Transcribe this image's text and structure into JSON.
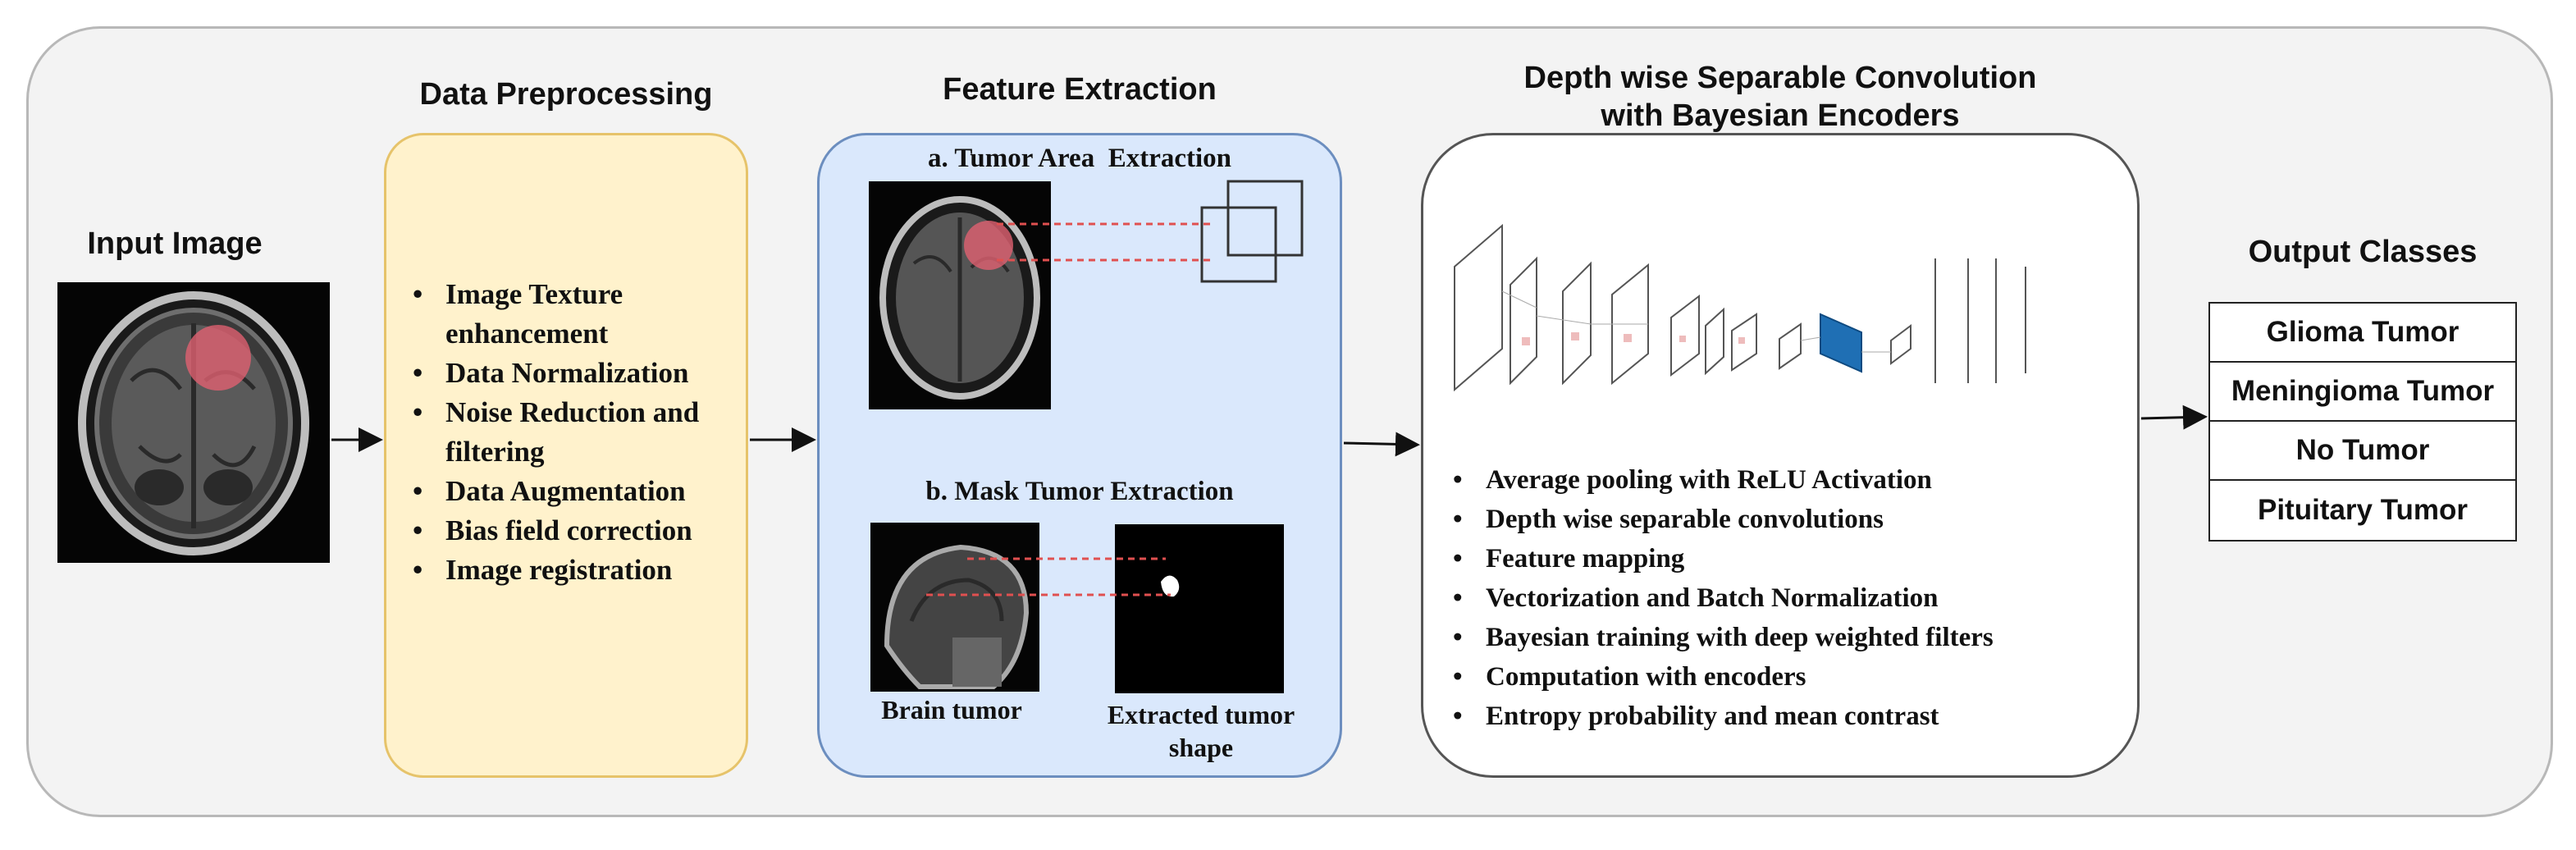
{
  "stages": {
    "input": {
      "title": "Input Image"
    },
    "preprocessing": {
      "title": "Data Preprocessing",
      "items": [
        "Image Texture enhancement",
        "Data Normalization",
        "Noise Reduction and filtering",
        "Data Augmentation",
        "Bias field correction",
        "Image registration"
      ]
    },
    "feature_extraction": {
      "title": "Feature Extraction",
      "sub_a": "a. Tumor Area  Extraction",
      "sub_b": "b. Mask Tumor Extraction",
      "caption_left": "Brain tumor",
      "caption_right": "Extracted tumor shape"
    },
    "depthwise": {
      "title_line1": "Depth wise Separable Convolution",
      "title_line2": "with Bayesian Encoders",
      "items": [
        "Average pooling with ReLU Activation",
        "Depth wise separable convolutions",
        "Feature mapping",
        "Vectorization and Batch Normalization",
        "Bayesian training with deep weighted filters",
        "Computation with encoders",
        "Entropy probability and mean contrast"
      ]
    },
    "output": {
      "title": "Output Classes",
      "classes": [
        "Glioma Tumor",
        "Meningioma Tumor",
        "No Tumor",
        "Pituitary Tumor"
      ]
    }
  },
  "colors": {
    "preprocessing_fill": "#fff2cc",
    "preprocessing_border": "#e6c36a",
    "feature_fill": "#dae8fc",
    "feature_border": "#6c8ebf",
    "tumor_highlight": "#e06070",
    "connector_dash": "#e05050",
    "arch_accent": "#1f6fb4"
  },
  "icons": [
    "brain-mri-image",
    "tumor-region-marker",
    "mask-shape",
    "cnn-architecture-figure",
    "arrow-right"
  ]
}
